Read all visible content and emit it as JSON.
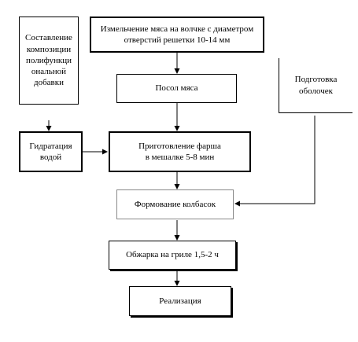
{
  "nodes": {
    "compose_additive": "Составление\nкомпозиции\nполифункци\nональной\nдобавки",
    "mince_meat": "Измельчение мяса на волчке с диаметром\nотверстий решетки 10-14 мм",
    "salt_meat": "Посол мяса",
    "prepare_casing": "Подготовка\nоболочек",
    "hydration": "Гидратация\nводой",
    "prepare_stuffing": "Приготовление фарша\nв мешалке 5-8 мин",
    "form_sausages": "Формование колбасок",
    "roast": "Обжарка на гриле 1,5-2 ч",
    "sale": "Реализация"
  }
}
